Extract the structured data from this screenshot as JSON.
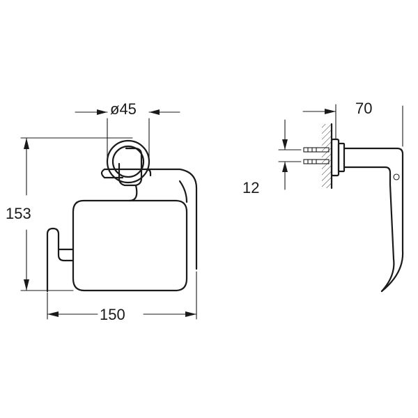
{
  "drawing": {
    "front_view": {
      "diameter_label": "ø45",
      "height_label": "153",
      "width_label": "150"
    },
    "side_view": {
      "depth_label": "70",
      "offset_label": "12"
    },
    "line_color": "#1a1a1a",
    "background": "#ffffff"
  }
}
